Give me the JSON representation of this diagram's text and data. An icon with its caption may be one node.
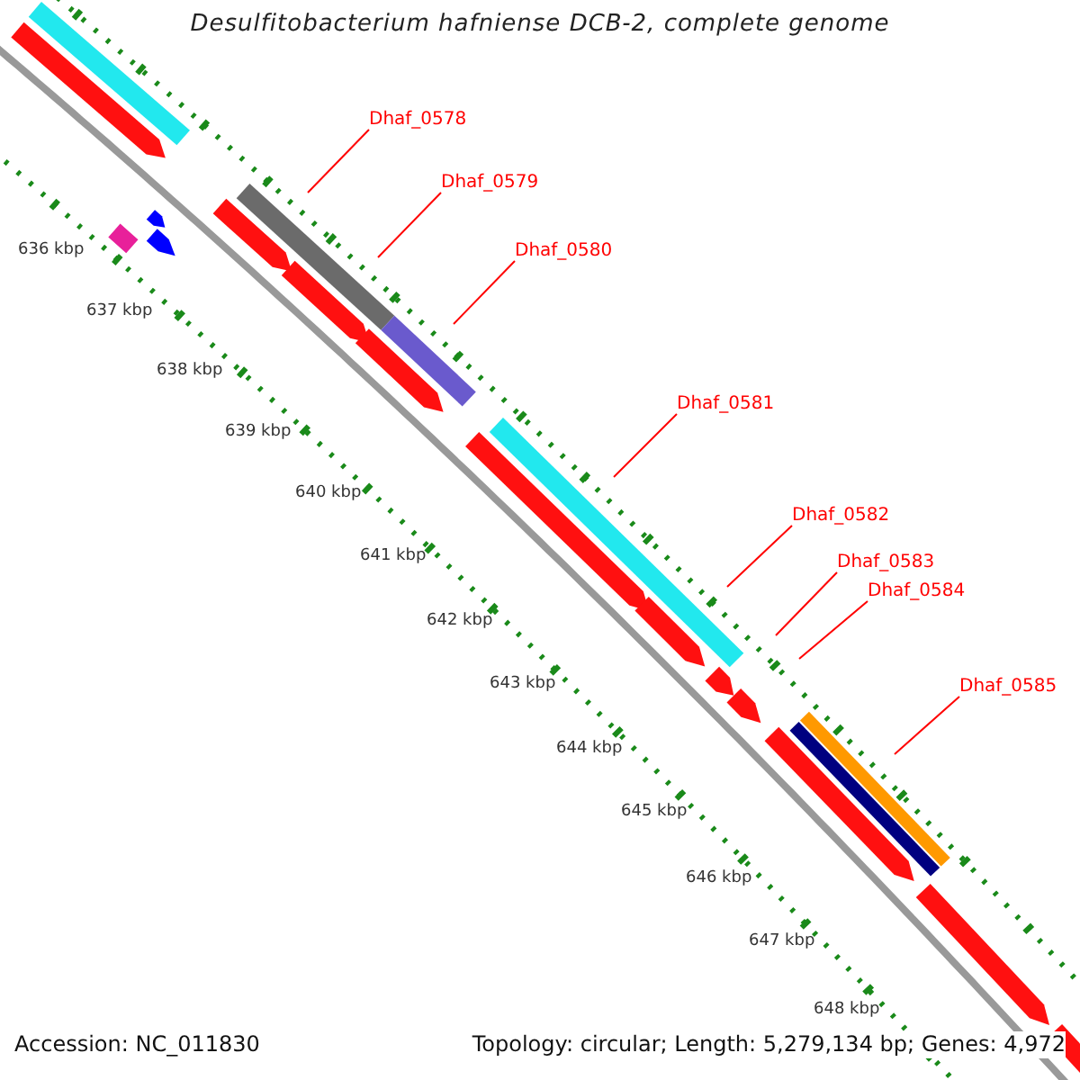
{
  "diagram": {
    "title": "Desulfitobacterium hafniense DCB-2, complete genome",
    "nodes": [
      {
        "text": [
          "Dhaf_0578"
        ]
      },
      {
        "text": [
          "Dhaf_0579"
        ]
      },
      {
        "text": [
          "Dhaf_0580"
        ]
      },
      {
        "text": [
          "Dhaf_0581"
        ]
      },
      {
        "text": [
          "Dhaf_0582"
        ]
      },
      {
        "text": [
          "Dhaf_0583"
        ]
      },
      {
        "text": [
          "Dhaf_0584"
        ]
      },
      {
        "text": [
          "Dhaf_0585"
        ]
      }
    ],
    "edges": [
      {
        "from": 0,
        "to": null,
        "arrow": "none"
      },
      {
        "from": 1,
        "to": null,
        "arrow": "none"
      },
      {
        "from": 2,
        "to": null,
        "arrow": "none"
      },
      {
        "from": 3,
        "to": null,
        "arrow": "none"
      },
      {
        "from": 4,
        "to": null,
        "arrow": "none"
      },
      {
        "from": 5,
        "to": null,
        "arrow": "none"
      },
      {
        "from": 6,
        "to": null,
        "arrow": "none"
      },
      {
        "from": 7,
        "to": null,
        "arrow": "none"
      }
    ],
    "labels": [
      "636 kbp",
      "637 kbp",
      "638 kbp",
      "639 kbp",
      "640 kbp",
      "641 kbp",
      "642 kbp",
      "643 kbp",
      "644 kbp",
      "645 kbp",
      "646 kbp",
      "647 kbp",
      "648 kbp",
      "Accession: NC_011830",
      "Topology: circular; Length: 5,279,134 bp; Genes: 4,972"
    ]
  }
}
